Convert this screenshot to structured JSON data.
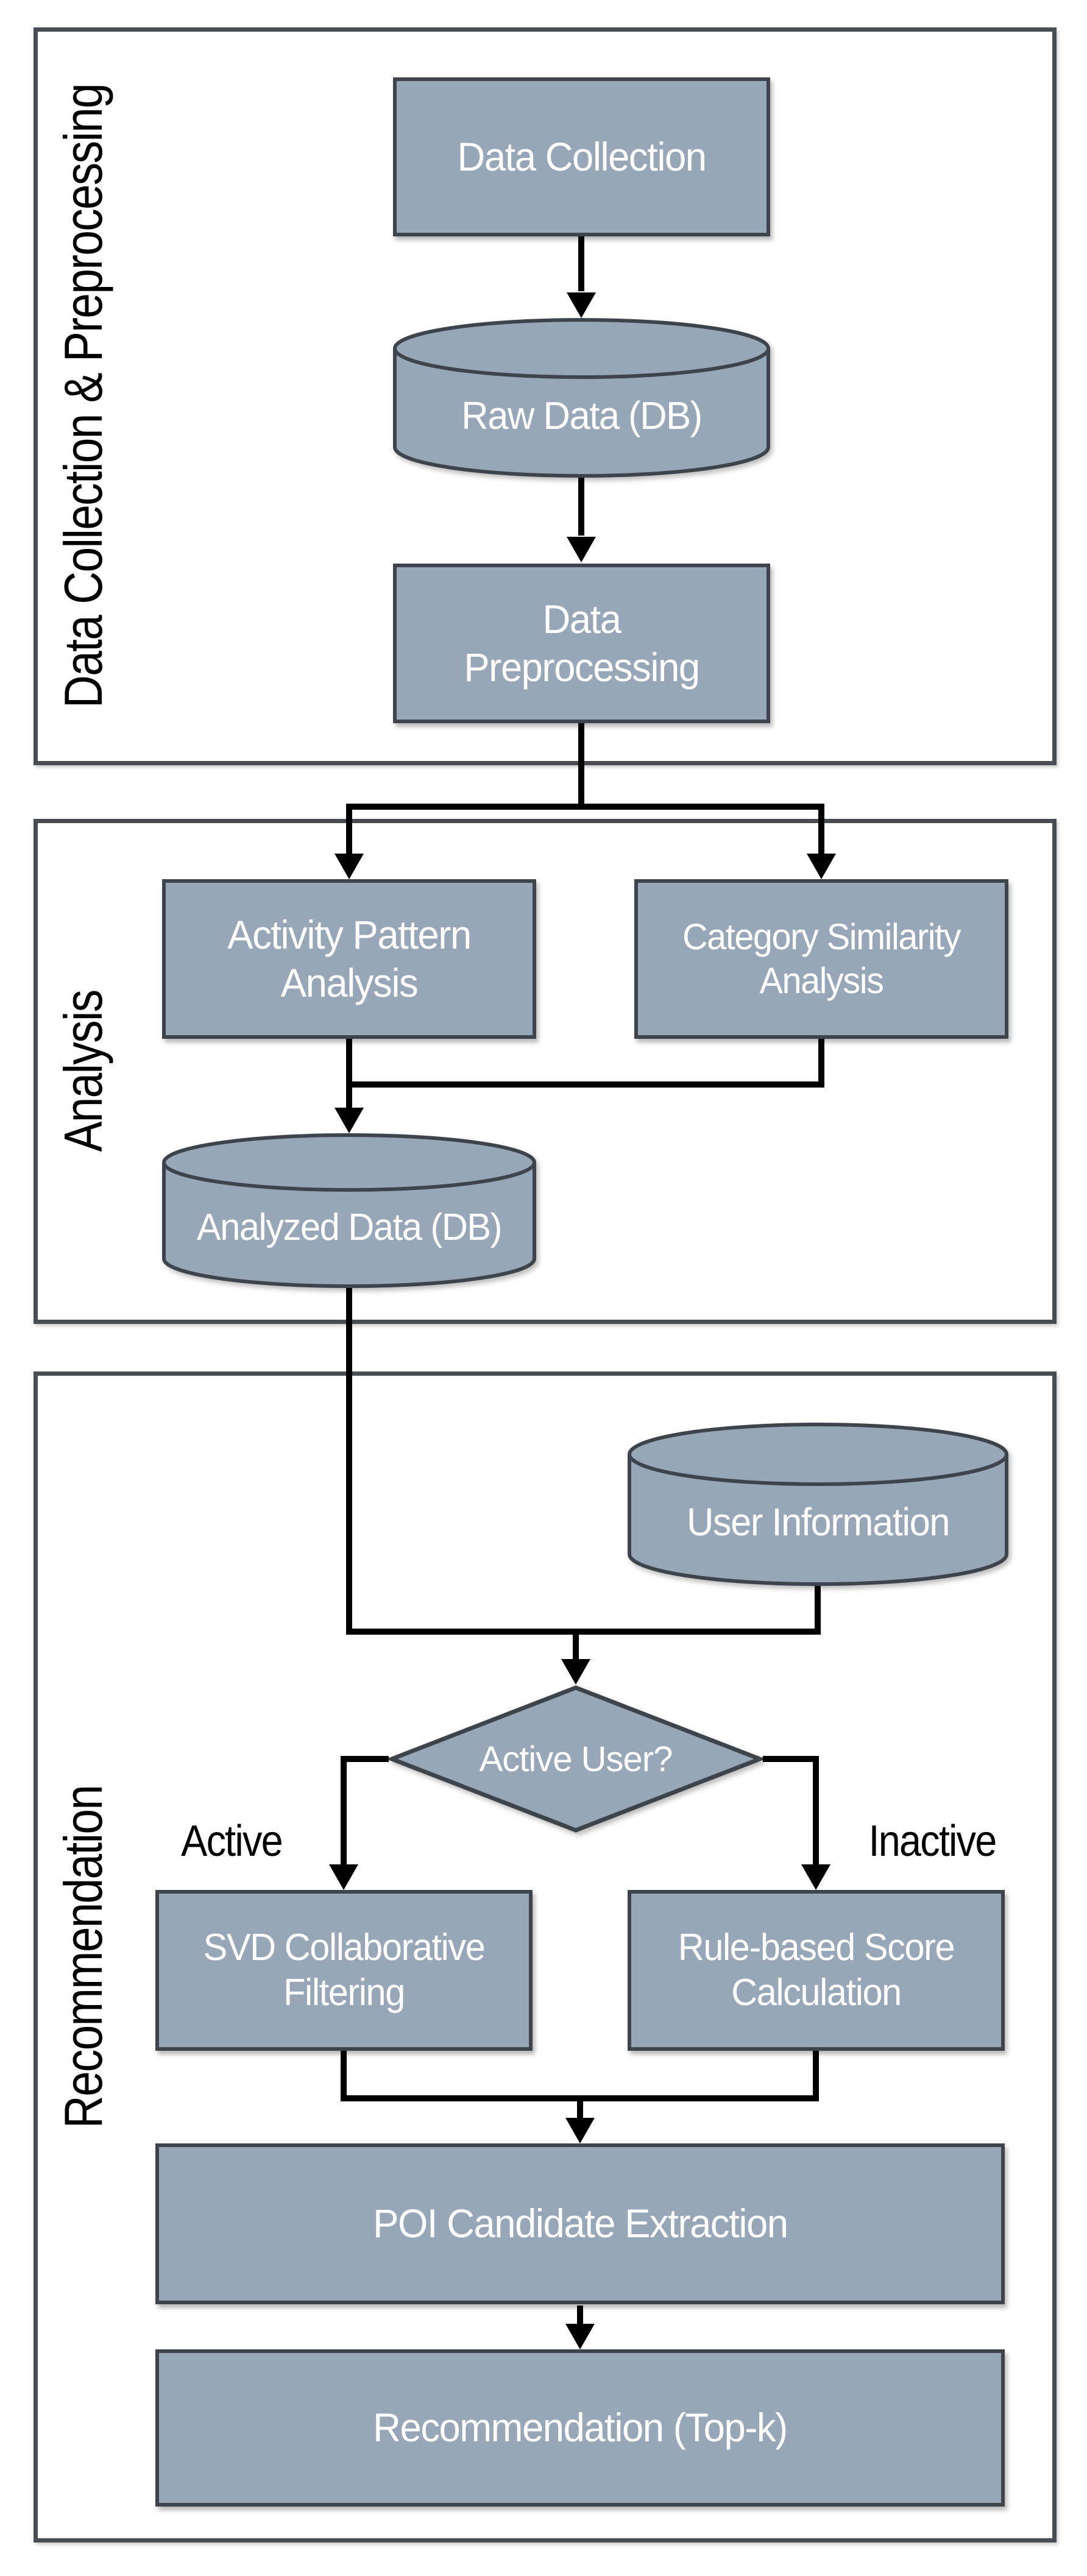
{
  "diagram": {
    "sections": [
      {
        "label": "Data Collection & Preprocessing"
      },
      {
        "label": "Analysis"
      },
      {
        "label": "Recommendation"
      }
    ],
    "nodes": {
      "data_collection": {
        "label": "Data Collection",
        "shape": "process"
      },
      "raw_data": {
        "label": "Raw Data (DB)",
        "shape": "database"
      },
      "data_preprocessing": {
        "label": "Data Preprocessing",
        "shape": "process"
      },
      "activity_pattern": {
        "label": "Activity Pattern Analysis",
        "shape": "process"
      },
      "category_similarity": {
        "label": "Category Similarity Analysis",
        "shape": "process"
      },
      "analyzed_data": {
        "label": "Analyzed Data (DB)",
        "shape": "database"
      },
      "user_information": {
        "label": "User Information",
        "shape": "database"
      },
      "active_user": {
        "label": "Active User?",
        "shape": "decision"
      },
      "svd_filtering": {
        "label": "SVD Collaborative Filtering",
        "shape": "process"
      },
      "rule_based": {
        "label": "Rule-based Score Calculation",
        "shape": "process"
      },
      "poi_extraction": {
        "label": "POI Candidate Extraction",
        "shape": "process"
      },
      "recommendation_topk": {
        "label": "Recommendation (Top-k)",
        "shape": "process"
      }
    },
    "branch_labels": {
      "active": "Active",
      "inactive": "Inactive"
    },
    "colors": {
      "node_fill": "#98A7B8",
      "node_border": "#3E444B",
      "section_border": "#474D53",
      "connector": "#000000",
      "node_text": "#FFFFFF",
      "label_text": "#000000",
      "background": "#FFFFFF"
    }
  }
}
